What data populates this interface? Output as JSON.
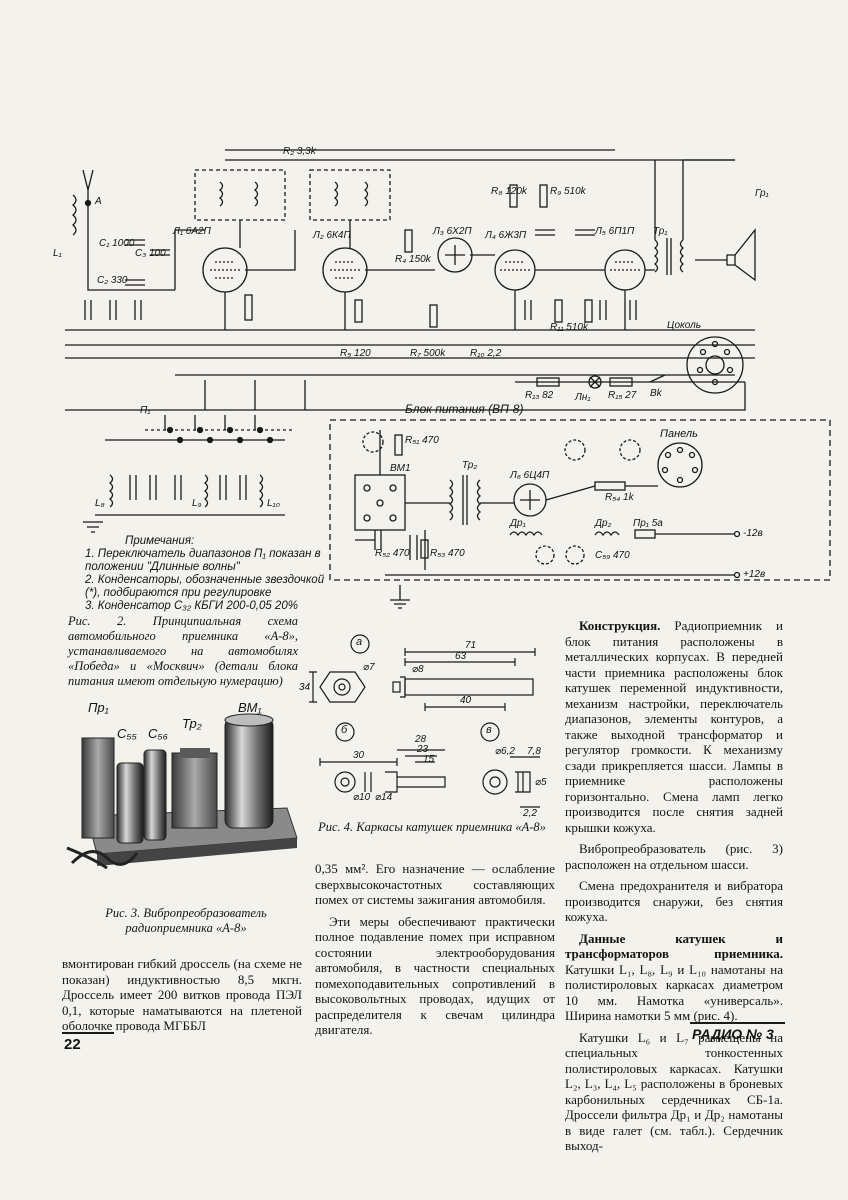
{
  "schematic": {
    "label_antenna": "А",
    "label_L1": "L₁",
    "label_C1": "C₁ 1000",
    "label_C2": "C₂ 330",
    "label_C3": "C₃ 100",
    "label_L1_tube": "Л₁ 6А2П",
    "label_L2_tube": "Л₂ 6К4П",
    "label_L3_tube": "Л₃ 6Х2П",
    "label_L4_tube": "Л₄ 6Ж3П",
    "label_L5_tube": "Л₅ 6П1П",
    "label_Tr1": "Тр₁",
    "label_Gr1": "Гр₁",
    "label_R2": "R₂ 3,3k",
    "label_R4": "R₄ 150k",
    "label_R5": "R₅ 120",
    "label_R7": "R₇ 500k",
    "label_R8": "R₈ 120k",
    "label_R9": "R₉ 510k",
    "label_R10": "R₁₀ 2,2",
    "label_R11": "R₁₁ 510k",
    "label_R13": "R₁₃ 82",
    "label_R15": "R₁₅ 27",
    "label_Ln1": "Лн₁",
    "label_Bk": "Bk",
    "label_socket": "Цоколь",
    "label_P1": "П₁",
    "label_L8": "L₈",
    "label_L9": "L₉",
    "label_L10": "L₁₀",
    "label_power_block": "Блок питания (ВП-8)",
    "label_panel": "Панель",
    "label_VM1": "ВМ1",
    "label_Tr2": "Тр₂",
    "label_L6_tube": "Л₆ 6Ц4П",
    "label_R51": "R₅₁ 470",
    "label_R52": "R₅₂ 470",
    "label_R53": "R₅₃ 470",
    "label_R54": "R₅₄ 1k",
    "label_Dr1": "Др₁",
    "label_Dr2": "Др₂",
    "label_Pr1": "Пр₁ 5а",
    "label_minus": "-12в",
    "label_plus": "+12в",
    "label_C59": "C₅₉ 470"
  },
  "notes": {
    "heading": "Примечания:",
    "items": [
      "1. Переключатель диапазонов П₁ показан в положении \"Длинные волны\"",
      "2. Конденсаторы, обозначенные звездочкой (*), подбираются при регулировке",
      "3. Конденсатор C₃₂ КБГИ 200-0,05 20%"
    ]
  },
  "fig2_caption": "Рис. 2. Принципиальная схема автомобильного приемника «А-8», устанавливаемого на автомобилях «Победа» и «Москвич» (детали блока питания имеют отдельную нумерацию)",
  "fig3": {
    "labels": [
      "Пр₁",
      "C₅₅",
      "C₅₆",
      "Тр₂",
      "ВМ₁"
    ],
    "caption": "Рис. 3. Вибропреобразователь радиоприемника «А-8»"
  },
  "fig4": {
    "panel_a": "а",
    "panel_b": "б",
    "panel_v": "в",
    "dims_a": [
      "71",
      "63",
      "⌀7",
      "⌀8",
      "40",
      "34"
    ],
    "dims_b": [
      "30",
      "28",
      "23",
      "15",
      "⌀10",
      "⌀14"
    ],
    "dims_v": [
      "⌀6,2",
      "7,8",
      "2,2",
      "⌀5"
    ],
    "caption": "Рис. 4. Каркасы катушек приемника «А-8»"
  },
  "columns": {
    "left_bottom": "вмонтирован гибкий дроссель (на схеме не показан) индуктивностью 8,5 мкгн. Дроссель имеет 200 витков провода ПЭЛ 0,1, которые наматываются на плетеной оболочке провода МГББЛ",
    "middle_p1": "0,35 мм². Его назначение — ослабление сверхвысокочастотных составляющих помех от системы зажигания автомобиля.",
    "middle_p2": "Эти меры обеспечивают практически полное подавление помех при исправном состоянии электрооборудования автомобиля, в частности специальных помехоподавительных сопротивлений в высоковольтных проводах, идущих от распределителя к свечам цилиндра двигателя.",
    "right_p1_lead": "Конструкция.",
    "right_p1": " Радиоприемник и блок питания расположены в металлических корпусах. В передней части приемника расположены блок катушек переменной индуктивности, механизм настройки, переключатель диапазонов, элементы контуров, а также выходной трансформатор и регулятор громкости. К механизму сзади прикрепляется шасси. Лампы в приемнике расположены горизонтально. Смена ламп легко производится после снятия задней крышки кожуха.",
    "right_p2": "Вибропреобразователь (рис. 3) расположен на отдельном шасси.",
    "right_p3": "Смена предохранителя и вибратора производится снаружи, без снятия кожуха.",
    "right_p4_lead": "Данные катушек и трансформаторов приемника.",
    "right_p4": " Катушки L₁, L₈, L₉ и L₁₀ намотаны на полистироловых каркасах диаметром 10 мм. Намотка «универсаль». Ширина намотки 5 мм (рис. 4).",
    "right_p5": "Катушки L₆ и L₇ размещены на специальных тонкостенных полистироловых каркасах. Катушки L₂, L₃, L₄, L₅ расположены в броневых карбонильных сердечниках СБ-1а. Дроссели фильтра Др₁ и Др₂ намотаны в виде галет (см. табл.). Сердечник выход-"
  },
  "footer": {
    "page_number": "22",
    "journal": "РАДИО № 3"
  }
}
